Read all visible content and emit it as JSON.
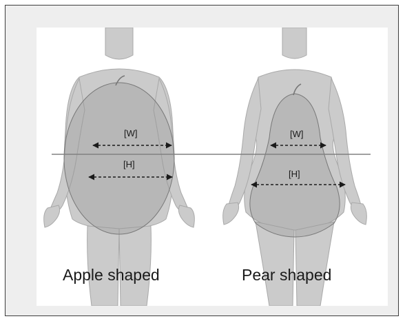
{
  "figures": {
    "apple": {
      "caption": "Apple shaped",
      "waist_label": "[W]",
      "hip_label": "[H]"
    },
    "pear": {
      "caption": "Pear shaped",
      "waist_label": "[W]",
      "hip_label": "[H]"
    }
  },
  "colors": {
    "frame_background": "#eeeeee",
    "panel_background": "#ffffff",
    "frame_border": "#3c3c3c",
    "body": "#c9c9c9",
    "fat_overlay": "#8e8e8e",
    "reference_line": "#808080",
    "text": "#1a1a1a"
  }
}
